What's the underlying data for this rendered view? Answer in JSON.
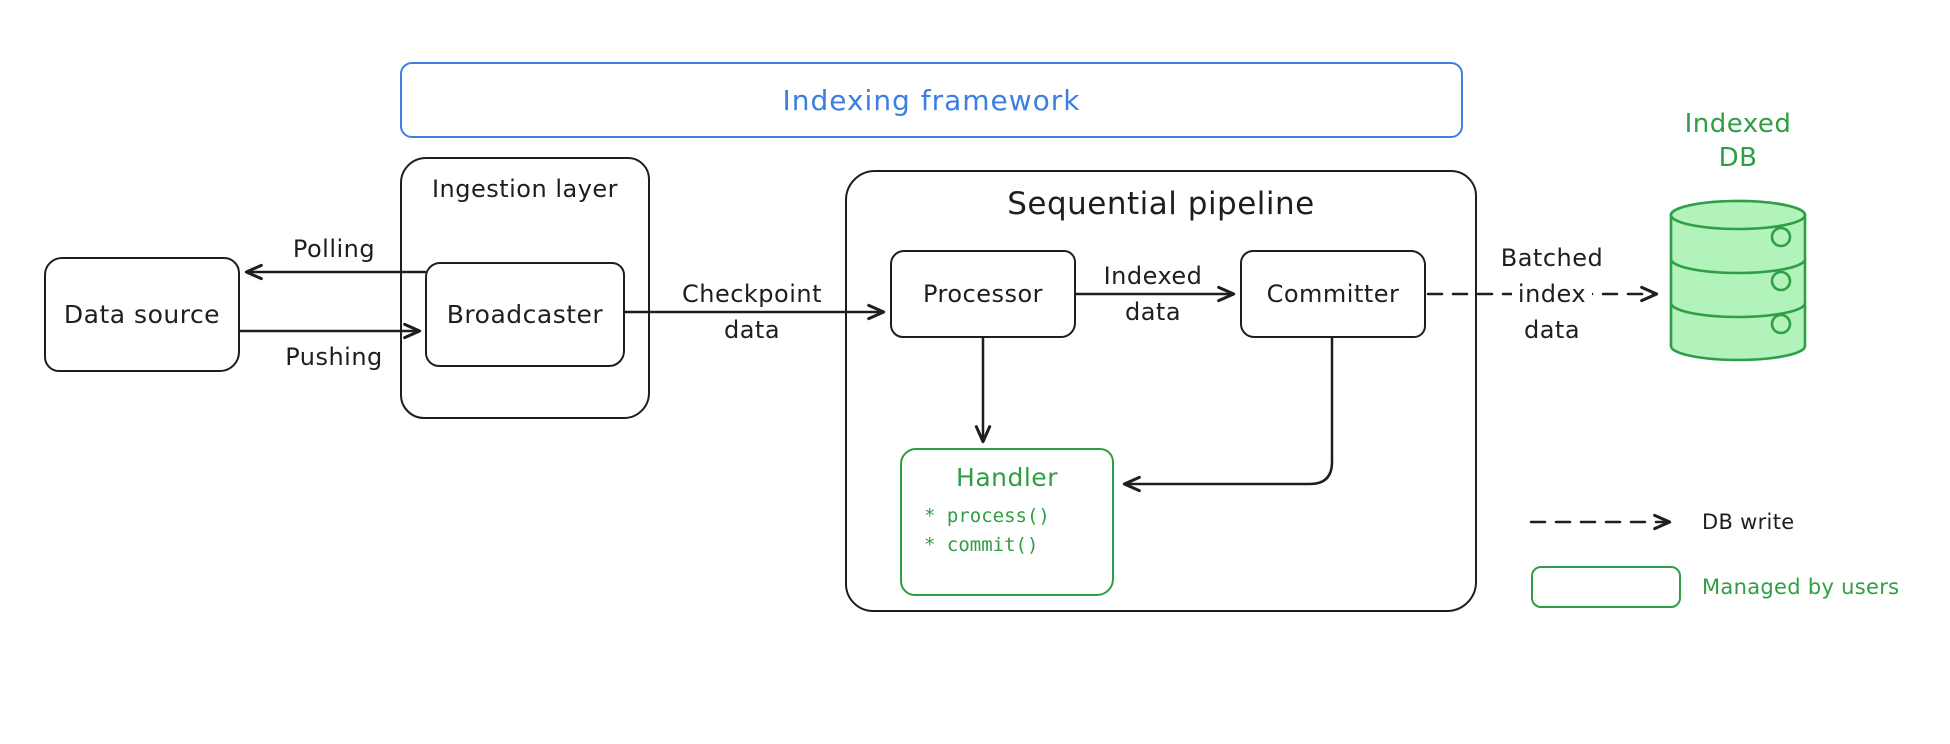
{
  "colors": {
    "ink": "#1e1e1e",
    "blue": "#3d7ee4",
    "green": "#2f9e44",
    "green-fill": "#b2f2bb"
  },
  "framework": {
    "title": "Indexing framework"
  },
  "nodes": {
    "data_source": {
      "label": "Data source"
    },
    "ingestion_layer": {
      "label": "Ingestion layer"
    },
    "broadcaster": {
      "label": "Broadcaster"
    },
    "sequential_pipeline": {
      "label": "Sequential pipeline"
    },
    "processor": {
      "label": "Processor"
    },
    "committer": {
      "label": "Committer"
    },
    "handler": {
      "title": "Handler",
      "methods": [
        "* process()",
        "* commit()"
      ]
    },
    "indexed_db": {
      "lines": [
        "Indexed",
        "DB"
      ]
    }
  },
  "edges": {
    "polling": {
      "label": "Polling"
    },
    "pushing": {
      "label": "Pushing"
    },
    "checkpoint": {
      "lines": [
        "Checkpoint",
        "data"
      ]
    },
    "indexed_data": {
      "lines": [
        "Indexed",
        "data"
      ]
    },
    "batched_index": {
      "lines": [
        "Batched",
        "index",
        "data"
      ]
    }
  },
  "legend": {
    "db_write": {
      "label": "DB write"
    },
    "managed_by_users": {
      "label": "Managed by users"
    }
  }
}
